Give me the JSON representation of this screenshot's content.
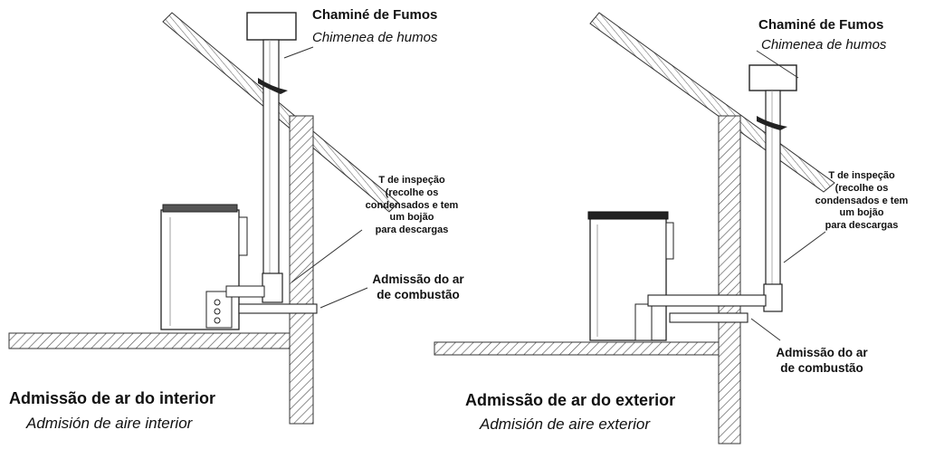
{
  "left": {
    "chimney": {
      "title": "Chaminé de Fumos",
      "subtitle": "Chimenea de humos"
    },
    "tee": {
      "lines": [
        "T de inspeção",
        "(recolhe os",
        "condensados e tem",
        "um bojão",
        "para descargas"
      ]
    },
    "intake": {
      "lines": [
        "Admissão do ar",
        "de combustão"
      ]
    },
    "caption": {
      "title": "Admissão de ar do interior",
      "subtitle": "Admisión de aire interior"
    }
  },
  "right": {
    "chimney": {
      "title": "Chaminé de Fumos",
      "subtitle": "Chimenea de humos"
    },
    "tee": {
      "lines": [
        "T de inspeção",
        "(recolhe os",
        "condensados e tem",
        "um bojão",
        "para descargas"
      ]
    },
    "intake": {
      "lines": [
        "Admissão do ar",
        "de combustão"
      ]
    },
    "caption": {
      "title": "Admissão de ar do exterior",
      "subtitle": "Admisión de aire exterior"
    }
  }
}
